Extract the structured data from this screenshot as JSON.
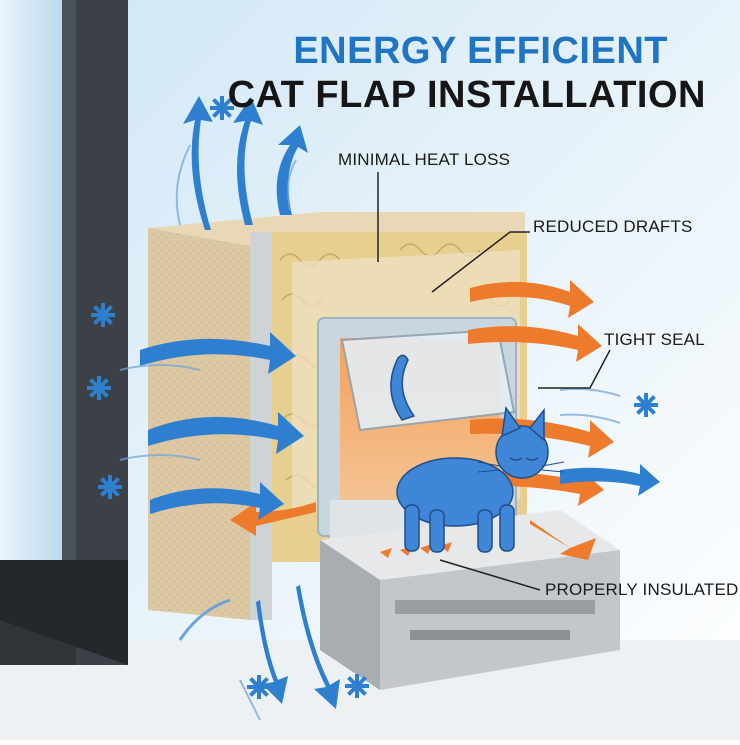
{
  "title": {
    "line1": "ENERGY EFFICIENT",
    "line2": "CAT FLAP INSTALLATION",
    "line1_color": "#1f74c4",
    "line2_color": "#161616"
  },
  "callouts": {
    "heat_loss": "MINIMAL HEAT LOSS",
    "drafts": "REDUCED DRAFTS",
    "seal": "TIGHT SEAL",
    "insulated": "PROPERLY INSULATED"
  },
  "colors": {
    "cold_air": "#2f7fd0",
    "warm_air": "#ee7b2c",
    "cat": "#3f86d8",
    "insulation": "#e6cf8f",
    "wall": "#d9c6a0",
    "frame": "#3a3f44",
    "sill": "#c9cbcd"
  },
  "icons": [
    "snowflake-icon",
    "cat-icon",
    "cold-air-arrow-icon",
    "warm-air-arrow-icon"
  ]
}
